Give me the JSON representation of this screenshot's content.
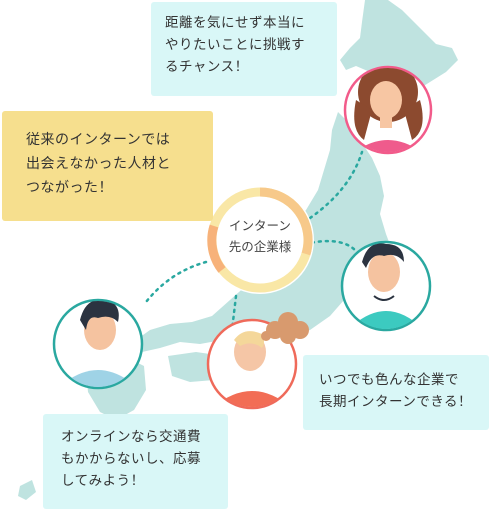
{
  "bubbles": {
    "top": "距離を気にせず本当に\nやりたいことに挑戦す\nるチャンス！",
    "left": "従来のインターンでは\n出会えなかった人材と\nつながった！",
    "right": "いつでも色んな企業で\n長期インターンできる！",
    "bottom": "オンラインなら交通費\nもかからないし、応募\nしてみよう！"
  },
  "hub": {
    "label": "インターン\n先の企業様"
  },
  "colors": {
    "map": "#bfe3e0",
    "dotted_line": "#2aa8a0",
    "bubble_cyan": "#d9f7f7",
    "bubble_yellow": "#f6df8e",
    "hub_ring_orange": "#f7b27a",
    "hub_ring_yellow": "#f9e7a6"
  },
  "icons": [
    "japan-map-icon",
    "woman-curly-hair-avatar",
    "man-dark-hair-avatar",
    "man-blonde-avatar",
    "woman-short-hair-avatar",
    "thought-cloud-icon"
  ]
}
